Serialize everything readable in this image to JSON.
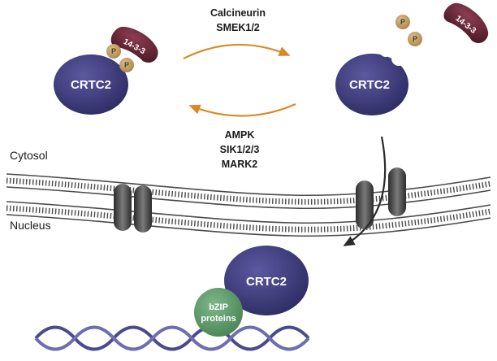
{
  "labels": {
    "dephosphorylating_enzymes": [
      "Calcineurin",
      "SMEK1/2"
    ],
    "kinases": [
      "AMPK",
      "SIK1/2/3",
      "MARK2"
    ],
    "cytosol": "Cytosol",
    "nucleus": "Nucleus",
    "crtc2": "CRTC2",
    "protein_1433": "14-3-3",
    "phospho": "P",
    "bzip_lines": [
      "bZIP",
      "proteins"
    ]
  },
  "colors": {
    "crtc2_fill": "#3f3d7a",
    "protein_1433_fill": "#6e2a3c",
    "phospho_fill": "#c6a36a",
    "arrow_orange": "#d98a26",
    "arrow_dark": "#2b2b2b",
    "bzip_fill": "#5f9a6a",
    "dna_strand": "#4b4a8e",
    "membrane": "#4a4a4a"
  }
}
